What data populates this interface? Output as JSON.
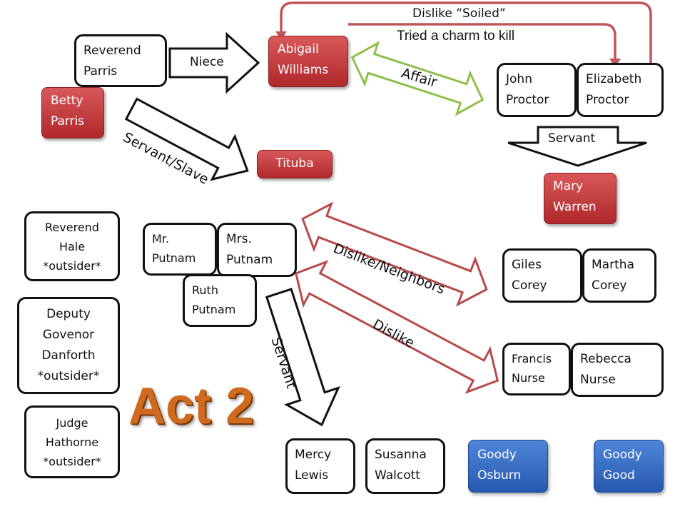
{
  "people": {
    "reverend_parris": [
      "Reverend",
      "Parris"
    ],
    "abigail_williams": [
      "Abigail",
      "Williams"
    ],
    "betty_parris": [
      "Betty",
      "Parris"
    ],
    "tituba": "Tituba",
    "john_proctor": [
      "John",
      "Proctor"
    ],
    "elizabeth_proctor": [
      "Elizabeth",
      "Proctor"
    ],
    "mary_warren": [
      "Mary",
      "Warren"
    ],
    "reverend_hale": [
      "Reverend",
      "Hale",
      "*outsider*"
    ],
    "deputy_danforth": [
      "Deputy",
      "Govenor",
      "Danforth",
      "*outsider*"
    ],
    "judge_hathorne": [
      "Judge",
      "Hathorne",
      "*outsider*"
    ],
    "mr_putnam": [
      "Mr.",
      "Putnam"
    ],
    "mrs_putnam": [
      "Mrs.",
      "Putnam"
    ],
    "ruth_putnam": [
      "Ruth",
      "Putnam"
    ],
    "giles_corey": [
      "Giles",
      "Corey"
    ],
    "martha_corey": [
      "Martha",
      "Corey"
    ],
    "francis_nurse": [
      "Francis",
      "Nurse"
    ],
    "rebecca_nurse": [
      "Rebecca",
      "Nurse"
    ],
    "mercy_lewis": [
      "Mercy",
      "Lewis"
    ],
    "susanna_walcott": [
      "Susanna",
      "Walcott"
    ],
    "goody_osburn": [
      "Goody",
      "Osburn"
    ],
    "goody_good": [
      "Goody",
      "Good"
    ]
  },
  "relations": {
    "niece": "Niece",
    "affair": "Affair",
    "servant_slave": "Servant/Slave",
    "servant_proctor": "Servant",
    "dislike_soiled": "Dislike “Soiled”",
    "tried_charm": "Tried a charm to kill",
    "dislike_neighbors": "Dislike/Neighbors",
    "dislike": "Dislike",
    "servant_putnam": "Servant"
  },
  "title": "Act 2",
  "colors": {
    "red_box": "#c0393b",
    "blue_box": "#3a6fc4",
    "affair_arrow": "#8dc04a",
    "dislike_arrow": "#b84a4a",
    "act_title": "#d06a1e"
  }
}
